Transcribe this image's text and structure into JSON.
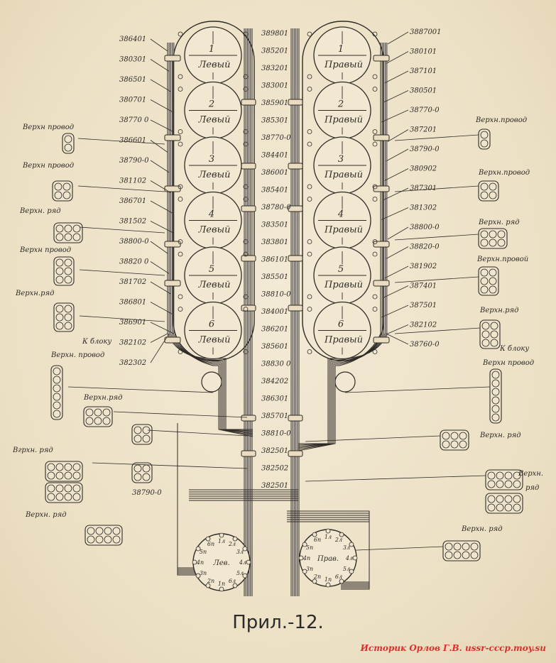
{
  "caption": "Прил.-12.",
  "watermark": "Историк Орлов Г.В. ussr-cccp.moy.su",
  "cylinders_left": [
    {
      "num": "1",
      "name": "Левый"
    },
    {
      "num": "2",
      "name": "Левый"
    },
    {
      "num": "3",
      "name": "Левый"
    },
    {
      "num": "4",
      "name": "Левый"
    },
    {
      "num": "5",
      "name": "Левый"
    },
    {
      "num": "6",
      "name": "Левый"
    }
  ],
  "cylinders_right": [
    {
      "num": "1",
      "name": "Правый"
    },
    {
      "num": "2",
      "name": "Правый"
    },
    {
      "num": "3",
      "name": "Правый"
    },
    {
      "num": "4",
      "name": "Правый"
    },
    {
      "num": "5",
      "name": "Правый"
    },
    {
      "num": "6",
      "name": "Правый"
    }
  ],
  "left_codes": [
    "386401",
    "380301",
    "386501",
    "380701",
    "38770 0",
    "386601",
    "38790-0",
    "381102",
    "386701",
    "381502",
    "38800-0",
    "38820 0",
    "381702",
    "386801",
    "386901",
    "382102",
    "382302"
  ],
  "center_codes": [
    "389801",
    "385201",
    "383201",
    "383001",
    "385901",
    "385301",
    "38770-0",
    "384401",
    "386001",
    "385401",
    "38780-0",
    "383501",
    "383801",
    "386101",
    "385501",
    "38810-0",
    "384001",
    "386201",
    "385601",
    "38830 0",
    "384202",
    "386301",
    "385701",
    "38810-0",
    "382501",
    "382502",
    "382501"
  ],
  "right_codes": [
    "3887001",
    "380101",
    "387101",
    "380501",
    "38770-0",
    "387201",
    "38790-0",
    "380902",
    "387301",
    "381302",
    "38800-0",
    "38820-0",
    "381902",
    "387401",
    "387501",
    "382102",
    "38760-0"
  ],
  "left_notes": [
    "Верхн провод",
    "Верхн провод",
    "Верхн. ряд",
    "Верхн провод",
    "Верхн.ряд",
    "К блоку",
    "Верхн. провод",
    "Верхн.ряд",
    "Вгрхн. ряд",
    "Верхн. ряд"
  ],
  "right_notes": [
    "Верхн.провод",
    "Верхн.провод",
    "Верхн. ряд",
    "Верхн.провой",
    "Верхн.ряд",
    "К блоку",
    "Верхн провод",
    "Верхн. ряд",
    "Верхн.",
    "ряд",
    "Верхн. ряд"
  ],
  "bottom_code": "38790-0",
  "distributor_left": {
    "label": "Лев.",
    "terminals": [
      "1л",
      "2л",
      "3л",
      "4л",
      "5л",
      "6л",
      "1п",
      "2п",
      "3п",
      "4п",
      "5п",
      "6п"
    ]
  },
  "distributor_right": {
    "label": "Прав.",
    "terminals": [
      "1л",
      "2л",
      "3л",
      "4л",
      "5л",
      "6л",
      "1п",
      "2п",
      "3п",
      "4п",
      "5п",
      "6п"
    ]
  },
  "colors": {
    "ink": "#2e2a26",
    "paper": "#efe4cc",
    "watermark": "#d8302a"
  }
}
